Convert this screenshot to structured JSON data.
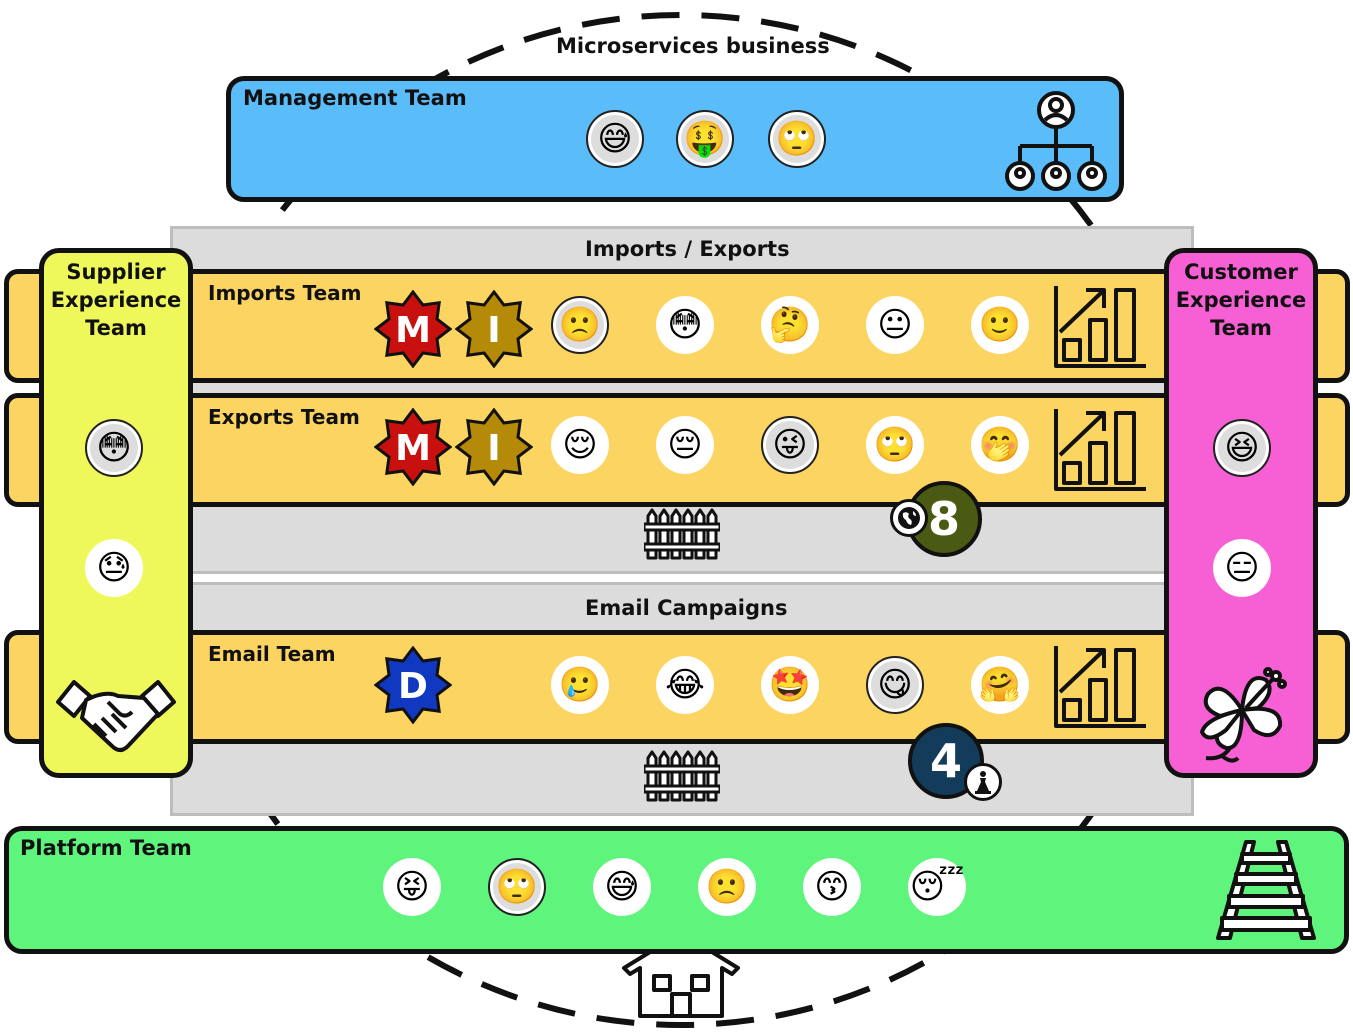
{
  "business": {
    "title": "Microservices business"
  },
  "management": {
    "title": "Management Team",
    "members": [
      "😅",
      "🤑",
      "🙄"
    ],
    "icon": "org-chart-icon"
  },
  "imports_exports": {
    "title": "Imports / Exports",
    "imports": {
      "title": "Imports Team",
      "badges": [
        {
          "letter": "M",
          "color": "#c8100e"
        },
        {
          "letter": "I",
          "color": "#b58a08"
        }
      ],
      "members": [
        "🙁",
        "😳",
        "🤔",
        "😐",
        "🙂"
      ],
      "icon": "growth-chart-icon"
    },
    "exports": {
      "title": "Exports Team",
      "badges": [
        {
          "letter": "M",
          "color": "#c8100e"
        },
        {
          "letter": "I",
          "color": "#b58a08"
        }
      ],
      "members": [
        "😌",
        "😔",
        "😜",
        "🙄",
        "🤭"
      ],
      "icon": "growth-chart-icon"
    },
    "gate_icon": "fence-icon",
    "counter": {
      "value": "8",
      "color": "#4a5a12",
      "icon": "globe-icon"
    }
  },
  "email": {
    "section_title": "Email Campaigns",
    "title": "Email Team",
    "badges": [
      {
        "letter": "D",
        "color": "#1038c0"
      }
    ],
    "members": [
      "🥲",
      "😂",
      "🤩",
      "😋",
      "🤗"
    ],
    "icon": "growth-chart-icon",
    "gate_icon": "fence-icon",
    "counter": {
      "value": "4",
      "color": "#123c5a",
      "icon": "chess-pawn-icon"
    }
  },
  "supplier": {
    "title_lines": [
      "Supplier",
      "Experience",
      "Team"
    ],
    "members": [
      "😳",
      "😓"
    ],
    "icon": "handshake-icon"
  },
  "customer": {
    "title_lines": [
      "Customer",
      "Experience",
      "Team"
    ],
    "members": [
      "😆",
      "😑"
    ],
    "icon": "hibiscus-icon"
  },
  "platform": {
    "title": "Platform Team",
    "members": [
      "😝",
      "🙄",
      "😅",
      "🙁",
      "😙",
      "😴"
    ],
    "icon": "railway-track-icon"
  },
  "bottom_icon": "house-icon",
  "colors": {
    "management": "#5bbcfa",
    "lane": "#fcd462",
    "section": "#dcdcdc",
    "supplier": "#eef85a",
    "customer": "#f75fd5",
    "platform": "#5ff57d"
  }
}
